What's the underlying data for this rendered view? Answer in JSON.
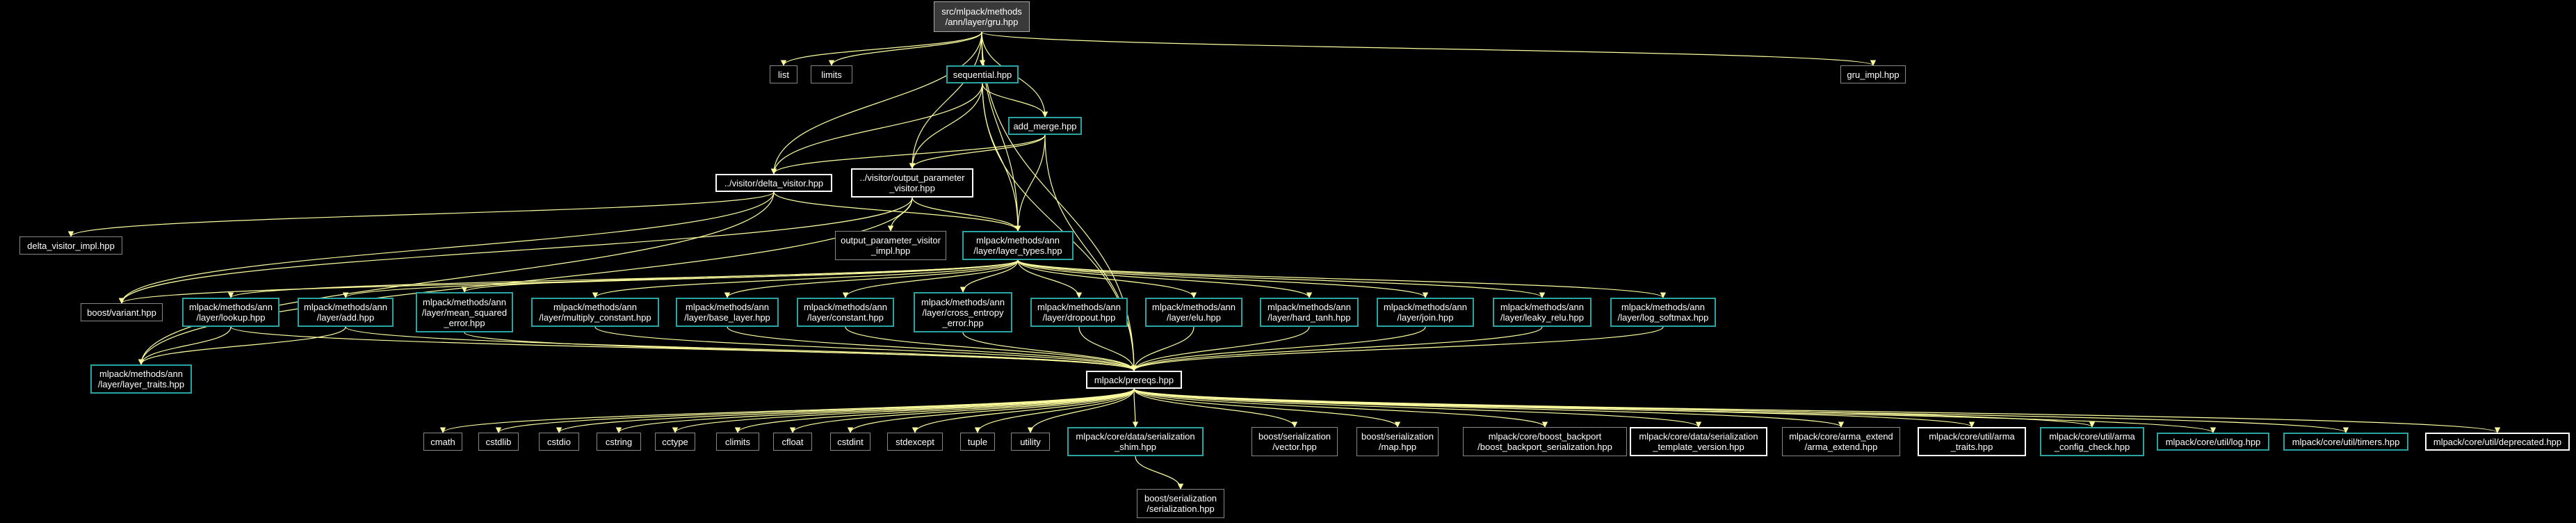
{
  "graph": {
    "edge_color": "#ffffa0",
    "nodes": [
      {
        "id": "gru",
        "label": "src/mlpack/methods\n/ann/layer/gru.hpp",
        "style": "root"
      },
      {
        "id": "list",
        "label": "list",
        "style": "gray"
      },
      {
        "id": "limits",
        "label": "limits",
        "style": "gray"
      },
      {
        "id": "sequential",
        "label": "sequential.hpp",
        "style": "teal"
      },
      {
        "id": "gru_impl",
        "label": "gru_impl.hpp",
        "style": "gray"
      },
      {
        "id": "add_merge",
        "label": "add_merge.hpp",
        "style": "teal"
      },
      {
        "id": "delta_visitor",
        "label": "../visitor/delta_visitor.hpp",
        "style": "white"
      },
      {
        "id": "output_param_visitor",
        "label": "../visitor/output_parameter\n_visitor.hpp",
        "style": "white"
      },
      {
        "id": "delta_visitor_impl",
        "label": "delta_visitor_impl.hpp",
        "style": "gray"
      },
      {
        "id": "output_param_visitor_impl",
        "label": "output_parameter_visitor\n_impl.hpp",
        "style": "gray"
      },
      {
        "id": "layer_types",
        "label": "mlpack/methods/ann\n/layer/layer_types.hpp",
        "style": "teal"
      },
      {
        "id": "boost_variant",
        "label": "boost/variant.hpp",
        "style": "gray"
      },
      {
        "id": "lookup",
        "label": "mlpack/methods/ann\n/layer/lookup.hpp",
        "style": "teal"
      },
      {
        "id": "add",
        "label": "mlpack/methods/ann\n/layer/add.hpp",
        "style": "teal"
      },
      {
        "id": "mse",
        "label": "mlpack/methods/ann\n/layer/mean_squared\n_error.hpp",
        "style": "teal"
      },
      {
        "id": "multiply_constant",
        "label": "mlpack/methods/ann\n/layer/multiply_constant.hpp",
        "style": "teal"
      },
      {
        "id": "base_layer",
        "label": "mlpack/methods/ann\n/layer/base_layer.hpp",
        "style": "teal"
      },
      {
        "id": "constant",
        "label": "mlpack/methods/ann\n/layer/constant.hpp",
        "style": "teal"
      },
      {
        "id": "cross_entropy",
        "label": "mlpack/methods/ann\n/layer/cross_entropy\n_error.hpp",
        "style": "teal"
      },
      {
        "id": "dropout",
        "label": "mlpack/methods/ann\n/layer/dropout.hpp",
        "style": "teal"
      },
      {
        "id": "elu",
        "label": "mlpack/methods/ann\n/layer/elu.hpp",
        "style": "teal"
      },
      {
        "id": "hard_tanh",
        "label": "mlpack/methods/ann\n/layer/hard_tanh.hpp",
        "style": "teal"
      },
      {
        "id": "join",
        "label": "mlpack/methods/ann\n/layer/join.hpp",
        "style": "teal"
      },
      {
        "id": "leaky_relu",
        "label": "mlpack/methods/ann\n/layer/leaky_relu.hpp",
        "style": "teal"
      },
      {
        "id": "log_softmax",
        "label": "mlpack/methods/ann\n/layer/log_softmax.hpp",
        "style": "teal"
      },
      {
        "id": "layer_traits",
        "label": "mlpack/methods/ann\n/layer/layer_traits.hpp",
        "style": "teal"
      },
      {
        "id": "prereqs",
        "label": "mlpack/prereqs.hpp",
        "style": "white"
      },
      {
        "id": "cmath",
        "label": "cmath",
        "style": "gray"
      },
      {
        "id": "cstdlib",
        "label": "cstdlib",
        "style": "gray"
      },
      {
        "id": "cstdio",
        "label": "cstdio",
        "style": "gray"
      },
      {
        "id": "cstring",
        "label": "cstring",
        "style": "gray"
      },
      {
        "id": "cctype",
        "label": "cctype",
        "style": "gray"
      },
      {
        "id": "climits",
        "label": "climits",
        "style": "gray"
      },
      {
        "id": "cfloat",
        "label": "cfloat",
        "style": "gray"
      },
      {
        "id": "cstdint",
        "label": "cstdint",
        "style": "gray"
      },
      {
        "id": "stdexcept",
        "label": "stdexcept",
        "style": "gray"
      },
      {
        "id": "tuple",
        "label": "tuple",
        "style": "gray"
      },
      {
        "id": "utility",
        "label": "utility",
        "style": "gray"
      },
      {
        "id": "shim",
        "label": "mlpack/core/data/serialization\n_shim.hpp",
        "style": "teal"
      },
      {
        "id": "vector",
        "label": "boost/serialization\n/vector.hpp",
        "style": "gray"
      },
      {
        "id": "map",
        "label": "boost/serialization\n/map.hpp",
        "style": "gray"
      },
      {
        "id": "boost_backport",
        "label": "mlpack/core/boost_backport\n/boost_backport_serialization.hpp",
        "style": "gray"
      },
      {
        "id": "template_version",
        "label": "mlpack/core/data/serialization\n_template_version.hpp",
        "style": "white"
      },
      {
        "id": "arma_extend",
        "label": "mlpack/core/arma_extend\n/arma_extend.hpp",
        "style": "gray"
      },
      {
        "id": "arma_traits",
        "label": "mlpack/core/util/arma\n_traits.hpp",
        "style": "white"
      },
      {
        "id": "arma_config",
        "label": "mlpack/core/util/arma\n_config_check.hpp",
        "style": "teal"
      },
      {
        "id": "log",
        "label": "mlpack/core/util/log.hpp",
        "style": "teal"
      },
      {
        "id": "timers",
        "label": "mlpack/core/util/timers.hpp",
        "style": "teal"
      },
      {
        "id": "deprecated",
        "label": "mlpack/core/util/deprecated.hpp",
        "style": "white"
      },
      {
        "id": "serialization",
        "label": "boost/serialization\n/serialization.hpp",
        "style": "gray"
      }
    ],
    "edges": [
      [
        "gru",
        "list"
      ],
      [
        "gru",
        "limits"
      ],
      [
        "gru",
        "sequential"
      ],
      [
        "gru",
        "gru_impl"
      ],
      [
        "gru",
        "add_merge"
      ],
      [
        "gru",
        "delta_visitor"
      ],
      [
        "gru",
        "output_param_visitor"
      ],
      [
        "gru",
        "layer_types"
      ],
      [
        "gru",
        "prereqs"
      ],
      [
        "sequential",
        "add_merge"
      ],
      [
        "sequential",
        "delta_visitor"
      ],
      [
        "sequential",
        "output_param_visitor"
      ],
      [
        "sequential",
        "layer_types"
      ],
      [
        "sequential",
        "prereqs"
      ],
      [
        "add_merge",
        "delta_visitor"
      ],
      [
        "add_merge",
        "output_param_visitor"
      ],
      [
        "add_merge",
        "layer_types"
      ],
      [
        "add_merge",
        "prereqs"
      ],
      [
        "delta_visitor",
        "delta_visitor_impl"
      ],
      [
        "delta_visitor",
        "layer_types"
      ],
      [
        "delta_visitor",
        "boost_variant"
      ],
      [
        "delta_visitor",
        "layer_traits"
      ],
      [
        "output_param_visitor",
        "output_param_visitor_impl"
      ],
      [
        "output_param_visitor",
        "layer_types"
      ],
      [
        "output_param_visitor",
        "boost_variant"
      ],
      [
        "output_param_visitor",
        "layer_traits"
      ],
      [
        "layer_types",
        "boost_variant"
      ],
      [
        "layer_types",
        "lookup"
      ],
      [
        "layer_types",
        "add"
      ],
      [
        "layer_types",
        "mse"
      ],
      [
        "layer_types",
        "multiply_constant"
      ],
      [
        "layer_types",
        "base_layer"
      ],
      [
        "layer_types",
        "constant"
      ],
      [
        "layer_types",
        "cross_entropy"
      ],
      [
        "layer_types",
        "dropout"
      ],
      [
        "layer_types",
        "elu"
      ],
      [
        "layer_types",
        "hard_tanh"
      ],
      [
        "layer_types",
        "join"
      ],
      [
        "layer_types",
        "leaky_relu"
      ],
      [
        "layer_types",
        "log_softmax"
      ],
      [
        "lookup",
        "layer_traits"
      ],
      [
        "lookup",
        "prereqs"
      ],
      [
        "add",
        "layer_traits"
      ],
      [
        "add",
        "prereqs"
      ],
      [
        "mse",
        "prereqs"
      ],
      [
        "multiply_constant",
        "prereqs"
      ],
      [
        "base_layer",
        "prereqs"
      ],
      [
        "constant",
        "prereqs"
      ],
      [
        "cross_entropy",
        "prereqs"
      ],
      [
        "dropout",
        "prereqs"
      ],
      [
        "elu",
        "prereqs"
      ],
      [
        "hard_tanh",
        "prereqs"
      ],
      [
        "join",
        "prereqs"
      ],
      [
        "leaky_relu",
        "prereqs"
      ],
      [
        "log_softmax",
        "prereqs"
      ],
      [
        "prereqs",
        "cmath"
      ],
      [
        "prereqs",
        "cstdlib"
      ],
      [
        "prereqs",
        "cstdio"
      ],
      [
        "prereqs",
        "cstring"
      ],
      [
        "prereqs",
        "cctype"
      ],
      [
        "prereqs",
        "climits"
      ],
      [
        "prereqs",
        "cfloat"
      ],
      [
        "prereqs",
        "cstdint"
      ],
      [
        "prereqs",
        "stdexcept"
      ],
      [
        "prereqs",
        "tuple"
      ],
      [
        "prereqs",
        "utility"
      ],
      [
        "prereqs",
        "shim"
      ],
      [
        "prereqs",
        "vector"
      ],
      [
        "prereqs",
        "map"
      ],
      [
        "prereqs",
        "boost_backport"
      ],
      [
        "prereqs",
        "template_version"
      ],
      [
        "prereqs",
        "arma_extend"
      ],
      [
        "prereqs",
        "arma_traits"
      ],
      [
        "prereqs",
        "arma_config"
      ],
      [
        "prereqs",
        "log"
      ],
      [
        "prereqs",
        "timers"
      ],
      [
        "prereqs",
        "deprecated"
      ],
      [
        "shim",
        "serialization"
      ]
    ]
  }
}
